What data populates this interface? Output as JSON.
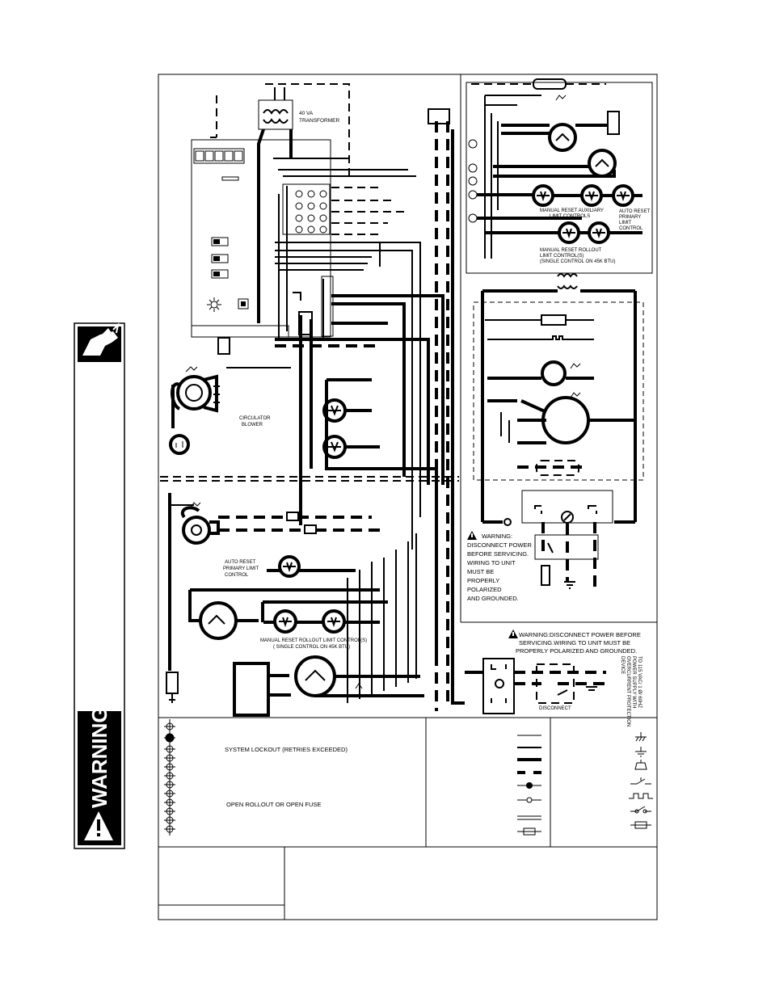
{
  "side_warning": {
    "label": "WARNING"
  },
  "transformer": {
    "line1": "40 VA",
    "line2": "TRANSFORMER"
  },
  "circulator": {
    "line1": "CIRCULATOR",
    "line2": "BLOWER"
  },
  "primary_limit_left": {
    "line1": "AUTO RESET",
    "line2": "PRIMARY LIMIT",
    "line3": "CONTROL"
  },
  "rollout_left": {
    "line1": "MANUAL RESET ROLLOUT LIMIT CONTROL(S)",
    "line2": "( SINGLE CONTROL ON 45K BTU)"
  },
  "right_top": {
    "aux_line1": "MANUAL RESET AUXILIARY",
    "aux_line2": "LIMIT CONTROLS",
    "auto_line1": "AUTO RESET",
    "auto_line2": "PRIMARY",
    "auto_line3": "LIMIT",
    "auto_line4": "CONTROL",
    "roll_line1": "MANUAL RESET ROLLOUT",
    "roll_line2": "LIMIT CONTROL(S)",
    "roll_line3": "(SINGLE CONTROL ON 45K BTU)"
  },
  "warning_block": {
    "lines": [
      "WARNING:",
      "DISCONNECT POWER",
      "BEFORE SERVICING.",
      "WIRING TO UNIT",
      "MUST BE",
      "PROPERLY",
      "POLARIZED",
      "AND GROUNDED."
    ]
  },
  "warning_bottom": {
    "line1": "WARNING:DISCONNECT POWER BEFORE",
    "line2": "SERVICING.WIRING TO UNIT MUST BE",
    "line3": "PROPERLY POLARIZED AND GROUNDED."
  },
  "power_supply": {
    "line1": "TO 115 VAC/ 1 Ø/ 60HZ",
    "line2": "POWER SUPPLY WITH",
    "line3": "OVERCURRENT PROTECTION",
    "line4": "DEVICE"
  },
  "disconnect": {
    "label": "DISCONNECT"
  },
  "legend": {
    "system_lockout": "SYSTEM LOCKOUT (RETRIES EXCEEDED)",
    "open_rollout": "OPEN ROLLOUT OR OPEN FUSE"
  }
}
